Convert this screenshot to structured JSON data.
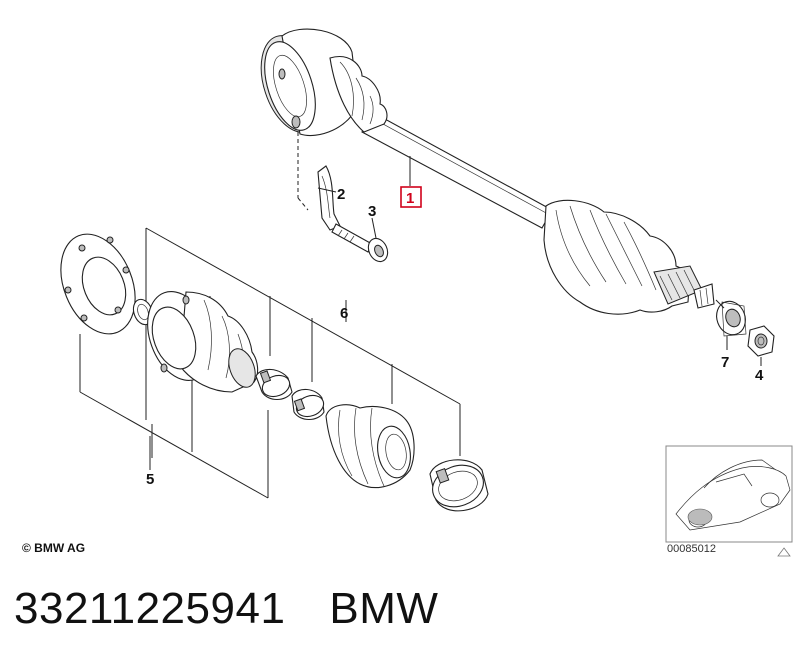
{
  "callouts": {
    "c1": "1",
    "c2": "2",
    "c3": "3",
    "c4": "4",
    "c5": "5",
    "c6": "6",
    "c7": "7"
  },
  "copyright": "© BMW AG",
  "image_code": "00085012",
  "part_number": "33211225941",
  "brand": "BMW",
  "colors": {
    "highlight": "#d0021b",
    "ink": "#222222"
  }
}
